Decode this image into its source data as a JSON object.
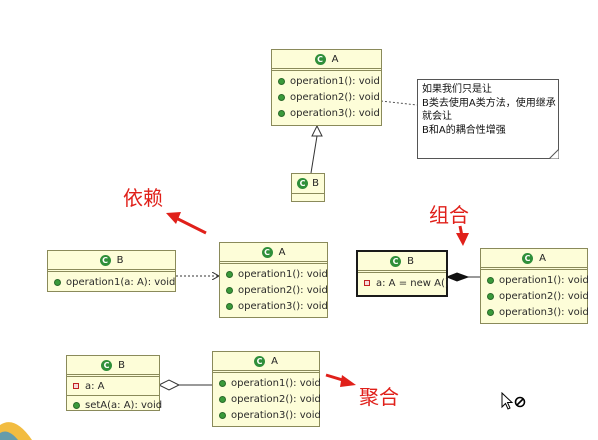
{
  "classes": {
    "a_top": {
      "name": "A",
      "ops": [
        "operation1(): void",
        "operation2(): void",
        "operation3(): void"
      ]
    },
    "b_top": {
      "name": "B"
    },
    "b_dep": {
      "name": "B",
      "ops": [
        "operation1(a: A): void"
      ]
    },
    "a_dep": {
      "name": "A",
      "ops": [
        "operation1(): void",
        "operation2(): void",
        "operation3(): void"
      ]
    },
    "b_comp": {
      "name": "B",
      "attrs": [
        "a: A = new A()"
      ]
    },
    "a_comp": {
      "name": "A",
      "ops": [
        "operation1(): void",
        "operation2(): void",
        "operation3(): void"
      ]
    },
    "b_agg": {
      "name": "B",
      "attrs": [
        "a: A"
      ],
      "ops": [
        "setA(a: A): void"
      ]
    },
    "a_agg": {
      "name": "A",
      "ops": [
        "operation1(): void",
        "operation2(): void",
        "operation3(): void"
      ]
    }
  },
  "note": {
    "lines": [
      "如果我们只是让",
      "B类去使用A类方法，使用继承",
      "就会让",
      "B和A的耦合性增强"
    ]
  },
  "labels": {
    "dependency": "依赖",
    "composition": "组合",
    "aggregation": "聚合"
  },
  "icons": {
    "class": "class-icon",
    "operation": "public-operation-icon",
    "attribute": "private-attribute-icon",
    "cursor": "mouse-cursor-icon",
    "blocked": "no-entry-icon"
  },
  "colors": {
    "class_fill": "#fdfdd8",
    "class_border": "#8a8a5a",
    "class_icon": "#2f8f3a",
    "label_red": "#e0201a"
  }
}
